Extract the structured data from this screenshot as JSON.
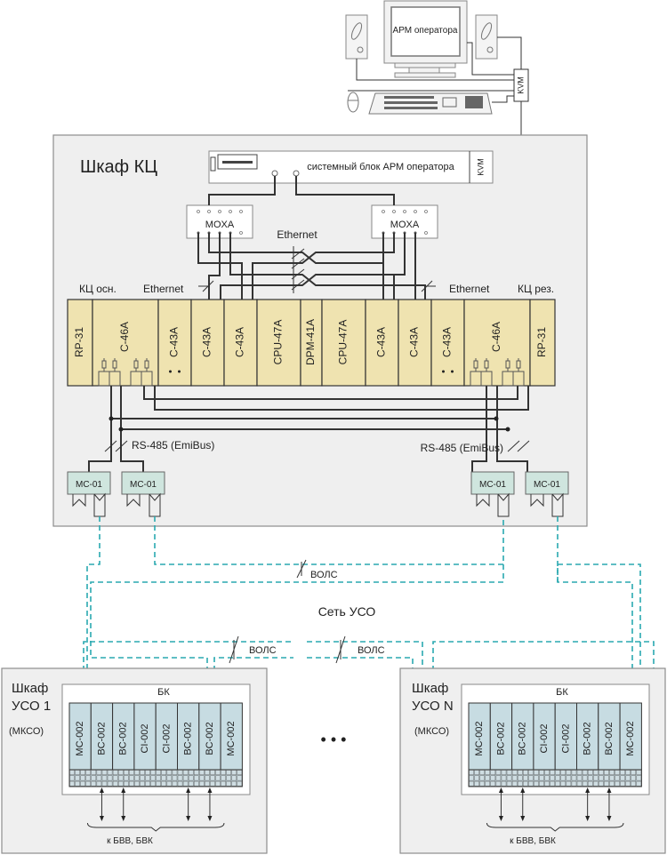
{
  "operator_station": {
    "monitor_label": "АРМ оператора",
    "kvm_label": "KVM"
  },
  "cabinet_kc": {
    "title": "Шкаф КЦ",
    "system_unit_label": "системный блок АРМ оператора",
    "kvm_label": "KVM",
    "moxa_left": "MOXA",
    "moxa_right": "MOXA",
    "ethernet_center": "Ethernet",
    "ethernet_left": "Ethernet",
    "ethernet_right": "Ethernet",
    "kc_main": "КЦ осн.",
    "kc_reserve": "КЦ рез.",
    "modules": [
      "RP-31",
      "C-46A",
      "C-43A",
      "C-43A",
      "C-43A",
      "CPU-47A",
      "DPM-41A",
      "CPU-47A",
      "C-43A",
      "C-43A",
      "C-43A",
      "C-46A",
      "RP-31"
    ],
    "rs485_left": "RS-485 (EmiBus)",
    "rs485_right": "RS-485 (EmiBus)",
    "mc01": [
      "MC-01",
      "MC-01",
      "MC-01",
      "MC-01"
    ]
  },
  "network": {
    "title": "Сеть УСО",
    "fiber_top": "ВОЛС",
    "fiber_left": "ВОЛС",
    "fiber_right": "ВОЛС",
    "ellipsis": "• • •"
  },
  "cabinet_uso1": {
    "title_line1": "Шкаф",
    "title_line2": "УСО 1",
    "subtitle": "(МКСО)",
    "bk_label": "БК",
    "modules": [
      "MC-002",
      "BC-002",
      "BC-002",
      "CI-002",
      "CI-002",
      "BC-002",
      "BC-002",
      "MC-002"
    ],
    "target_label": "к БВВ, БВК"
  },
  "cabinet_uson": {
    "title_line1": "Шкаф",
    "title_line2": "УСО N",
    "subtitle": "(МКСО)",
    "bk_label": "БК",
    "modules": [
      "MC-002",
      "BC-002",
      "BC-002",
      "CI-002",
      "CI-002",
      "BC-002",
      "BC-002",
      "MC-002"
    ],
    "target_label": "к БВВ, БВК"
  }
}
